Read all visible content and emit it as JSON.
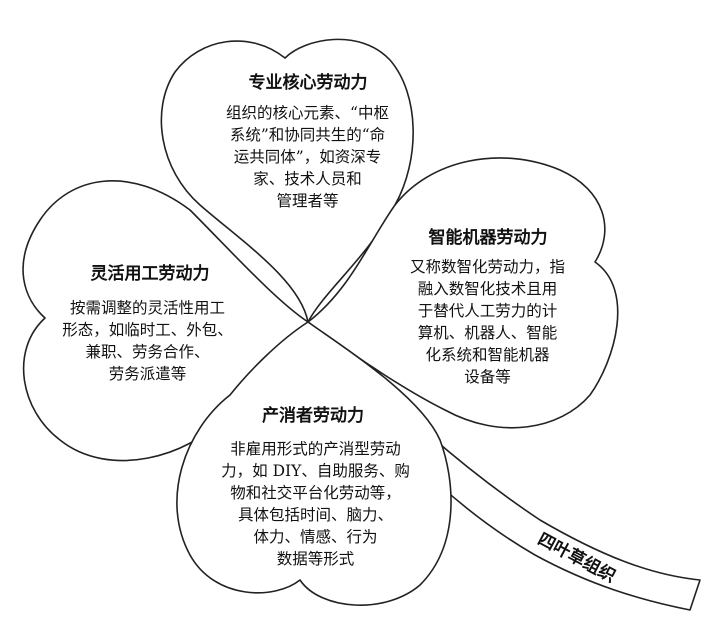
{
  "leaves": {
    "top": {
      "title": "专业核心劳动力",
      "lines": [
        "组织的核心元素、“中枢",
        "系统”和协同共生的“命",
        "运共同体”，如资深专",
        "家、技术人员和",
        "管理者等"
      ]
    },
    "right": {
      "title": "智能机器劳动力",
      "lines": [
        "又称数智化劳动力，指",
        "融入数智化技术且用",
        "于替代人工劳力的计",
        "算机、机器人、智能",
        "化系统和智能机器",
        "设备等"
      ]
    },
    "left": {
      "title": "灵活用工劳动力",
      "lines": [
        "按需调整的灵活性用工",
        "形态，如临时工、外包、",
        "兼职、劳务合作、",
        "劳务派遣等"
      ]
    },
    "bottom": {
      "title": "产消者劳动力",
      "lines": [
        "非雇用形式的产消型劳动",
        "力，如 DIY、自助服务、购",
        "物和社交平台化劳动等，",
        "具体包括时间、脑力、",
        "体力、情感、行为",
        "数据等形式"
      ]
    }
  },
  "stem": {
    "label": "四叶草组织"
  },
  "colors": {
    "stroke": "#222222",
    "fill": "#ffffff"
  }
}
